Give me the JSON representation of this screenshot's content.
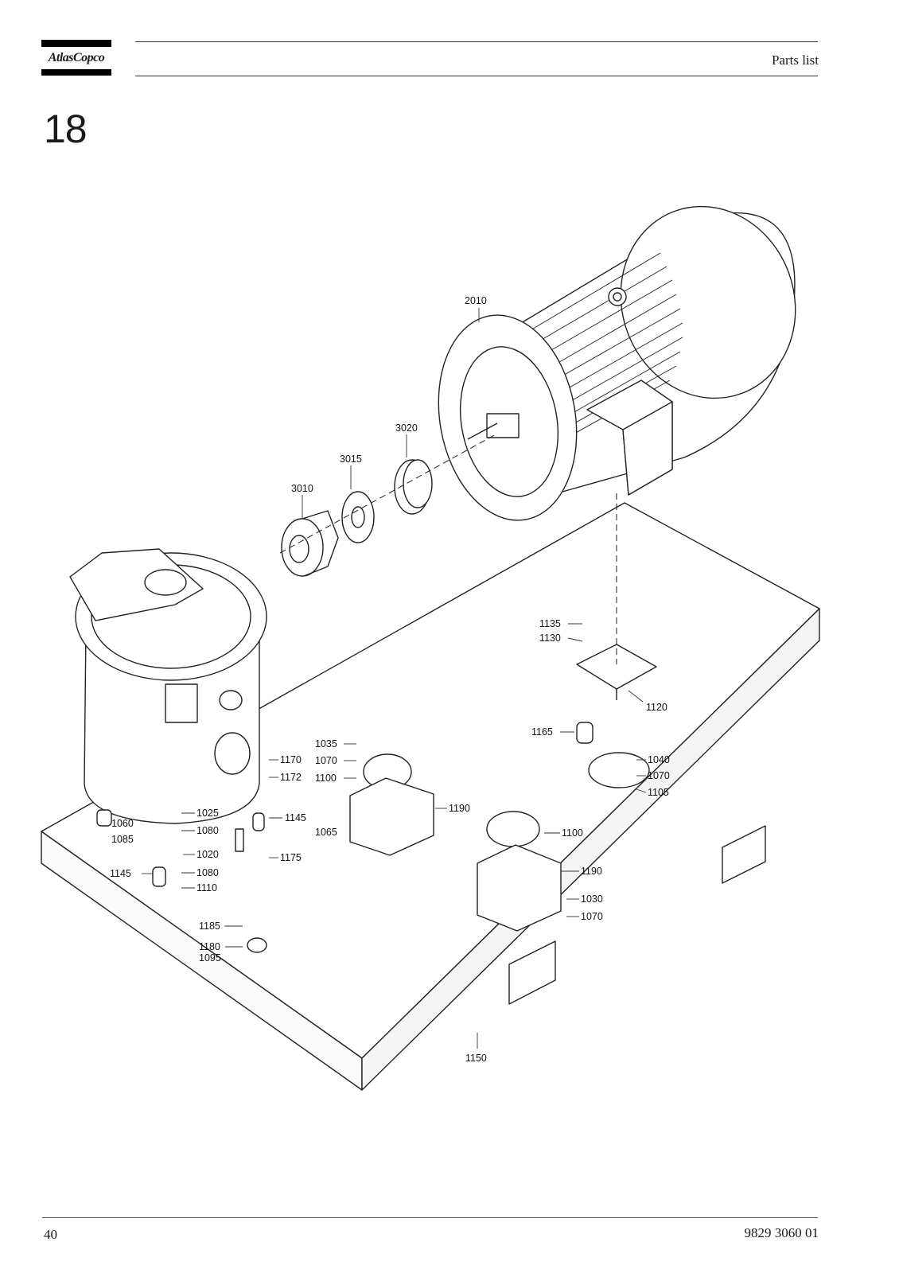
{
  "header": {
    "brand": "AtlasCopco",
    "title": "Parts list"
  },
  "chapter": "18",
  "drawing": {
    "callouts": [
      "2010",
      "3020",
      "3015",
      "3010",
      "1135",
      "1130",
      "1120",
      "1165",
      "1040",
      "1070",
      "1105",
      "1035",
      "1070",
      "1100",
      "1190",
      "1065",
      "1170",
      "1172",
      "1145",
      "1175",
      "1025",
      "1080",
      "1060",
      "1085",
      "1020",
      "1145",
      "1080",
      "1110",
      "1185",
      "1180",
      "1095",
      "1100",
      "1190",
      "1030",
      "1070",
      "1150"
    ]
  },
  "footer": {
    "page": "40",
    "doc": "9829 3060 01"
  }
}
